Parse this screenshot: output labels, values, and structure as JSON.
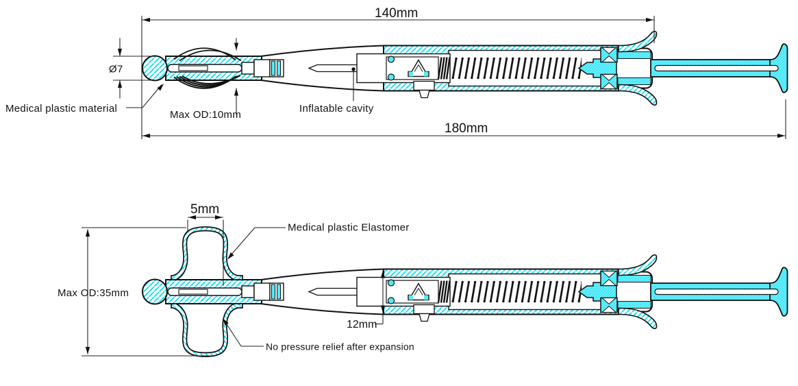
{
  "drawing": {
    "top_view": {
      "dim_overall_140": "140mm",
      "dim_overall_180": "180mm",
      "dim_tip_diameter": "Ø7",
      "dim_max_od": "Max OD:10mm",
      "label_material": "Medical plastic material",
      "label_cavity": "Inflatable cavity"
    },
    "bottom_view": {
      "dim_balloon_width": "5mm",
      "dim_max_od": "Max OD:35mm",
      "dim_body_diameter": "12mm",
      "label_elastomer": "Medical plastic Elastomer",
      "label_note": "No pressure relief after expansion"
    },
    "colors": {
      "hatch_cyan": "#00dff0",
      "solid_cyan": "#3ce7f7",
      "line_black": "#111111",
      "background": "#ffffff"
    }
  }
}
